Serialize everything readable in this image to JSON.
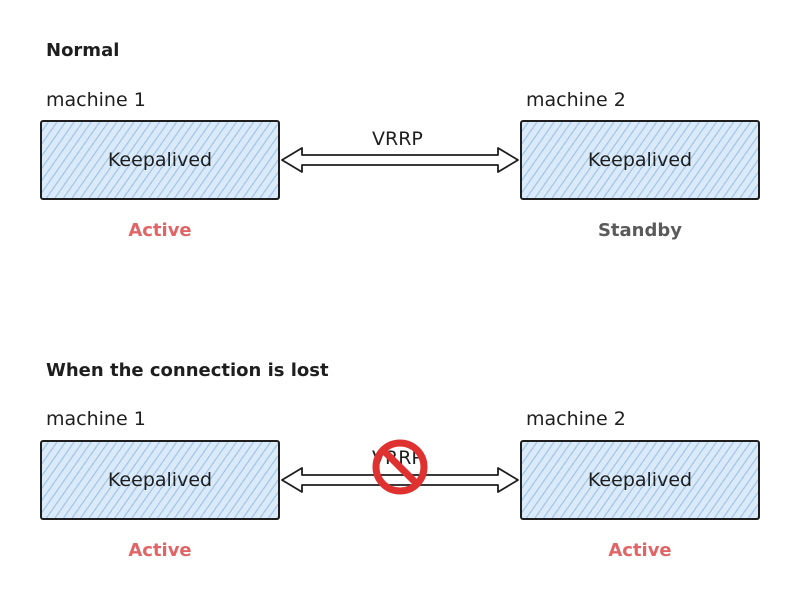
{
  "colors": {
    "active": "#e06666",
    "standby": "#5a5a5a",
    "stroke": "#1e1e1e",
    "fill": "#dbeaf8",
    "forbidden": "#e03131"
  },
  "sections": [
    {
      "heading": "Normal",
      "left": {
        "machine_label": "machine 1",
        "box_label": "Keepalived",
        "state": "Active",
        "state_color": "active"
      },
      "right": {
        "machine_label": "machine 2",
        "box_label": "Keepalived",
        "state": "Standby",
        "state_color": "standby"
      },
      "link_label": "VRRP",
      "link_blocked": false
    },
    {
      "heading": "When the connection is lost",
      "left": {
        "machine_label": "machine 1",
        "box_label": "Keepalived",
        "state": "Active",
        "state_color": "active"
      },
      "right": {
        "machine_label": "machine 2",
        "box_label": "Keepalived",
        "state": "Active",
        "state_color": "active"
      },
      "link_label": "VRRP",
      "link_blocked": true,
      "block_icon": "prohibited-icon"
    }
  ]
}
